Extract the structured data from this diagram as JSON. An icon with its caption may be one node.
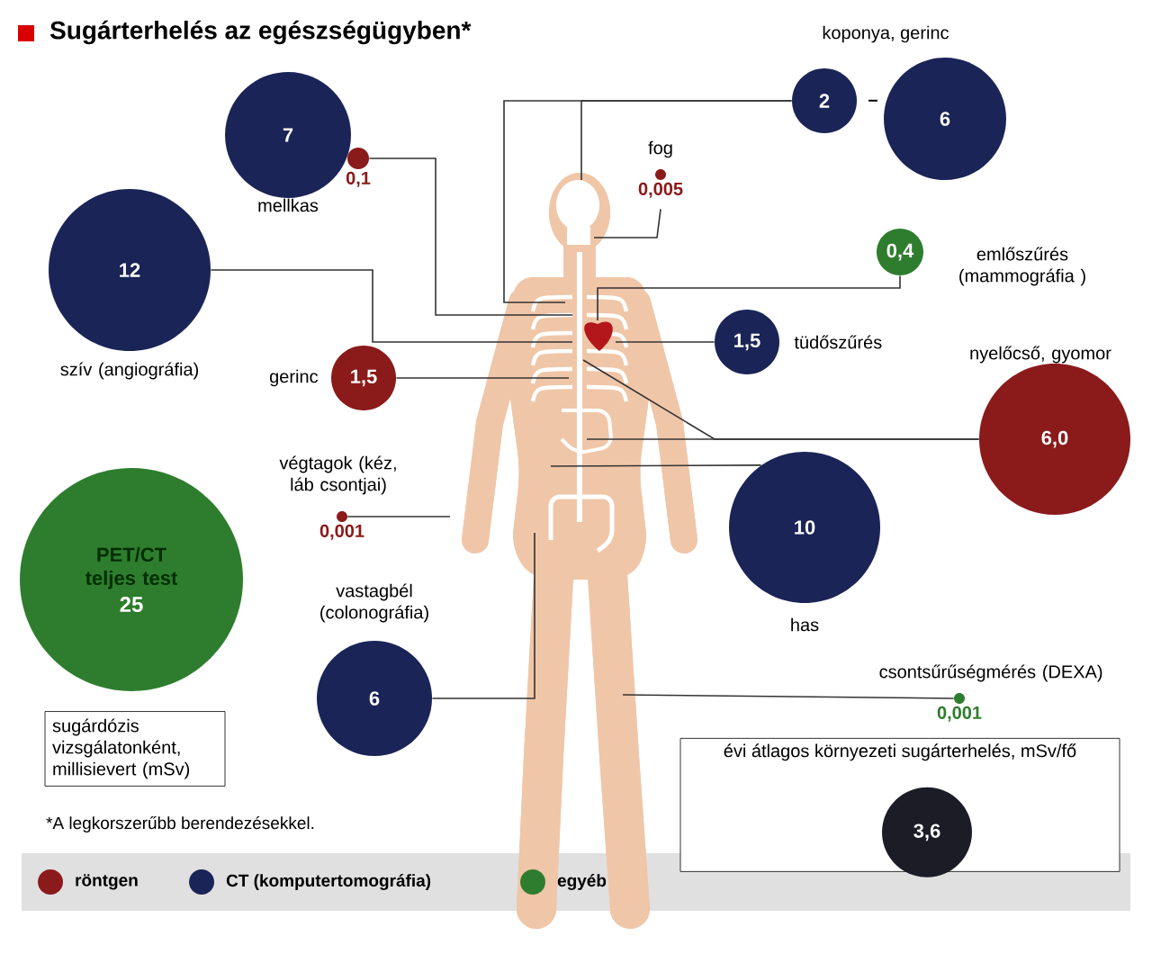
{
  "diagram": {
    "title": "Sugárterhelés  az egészségügyben*",
    "nodes": [
      {
        "text": [
          "7"
        ],
        "beside": [
          "mellkas"
        ]
      },
      {
        "text": [
          "0,1"
        ]
      },
      {
        "text": [
          "12"
        ],
        "beside": [
          "szív (angiográfia)"
        ]
      },
      {
        "text": [
          "1,5"
        ],
        "beside": [
          "gerinc"
        ]
      },
      {
        "text": [
          "2"
        ]
      },
      {
        "text": [
          "6"
        ]
      },
      {
        "text": [
          "0,005"
        ],
        "beside": [
          "fog"
        ]
      },
      {
        "text": [
          "0,4"
        ],
        "beside": [
          "emlőszűrés (mammográfia )"
        ]
      },
      {
        "text": [
          "1,5"
        ],
        "beside": [
          "tüdőszűrés"
        ]
      },
      {
        "text": [
          "6,0"
        ],
        "beside": [
          "nyelőcső, gyomor"
        ]
      },
      {
        "text": [
          "10"
        ],
        "beside": [
          "has"
        ]
      },
      {
        "text": [
          "0,001"
        ],
        "beside": [
          "végtagok (kéz, láb csontjai)"
        ]
      },
      {
        "text": [
          "PET/CT teljes test",
          "25"
        ]
      },
      {
        "text": [
          "6"
        ],
        "beside": [
          "vastagbél (colonográfia)"
        ]
      },
      {
        "text": [
          "0,001"
        ],
        "beside": [
          "csontsűrűségmérés (DEXA)"
        ]
      },
      {
        "text": [
          "évi átlagos környezeti sugárterhelés, mSv/fő"
        ]
      },
      {
        "text": [
          "3,6"
        ],
        "in": 15
      },
      {
        "text": [
          "sugárdózis vizsgálatonként, millisievert (mSv)"
        ]
      },
      {
        "text": [],
        "shape": "picture"
      }
    ],
    "edges": [
      {
        "from": 1,
        "to": 18,
        "arrow": "none"
      },
      {
        "from": 2,
        "to": 18,
        "arrow": "none"
      },
      {
        "from": 3,
        "to": 18,
        "arrow": "none"
      },
      {
        "from": 4,
        "to": 18,
        "arrow": "none"
      },
      {
        "from": 4,
        "to": 18,
        "arrow": "none"
      },
      {
        "from": 6,
        "to": 18,
        "arrow": "none"
      },
      {
        "from": 7,
        "to": 18,
        "arrow": "none"
      },
      {
        "from": 8,
        "to": 18,
        "arrow": "none"
      },
      {
        "from": 9,
        "to": 18,
        "arrow": "none"
      },
      {
        "from": 9,
        "to": 18,
        "arrow": "none"
      },
      {
        "from": 10,
        "to": 18,
        "arrow": "none"
      },
      {
        "from": 11,
        "to": 18,
        "arrow": "none"
      },
      {
        "from": 13,
        "to": 18,
        "arrow": "none"
      },
      {
        "from": 14,
        "to": 18,
        "arrow": "none"
      }
    ],
    "labels": [
      "koponya, gerinc",
      "–",
      "*A legkorszerűbb berendezésekkel."
    ],
    "legend": [
      {
        "text": "röntgen",
        "color": "#8b1a1a"
      },
      {
        "text": "CT (komputertomográfia)",
        "color": "#1a2456"
      },
      {
        "text": "egyéb",
        "color": "#2e7d2e"
      }
    ]
  }
}
